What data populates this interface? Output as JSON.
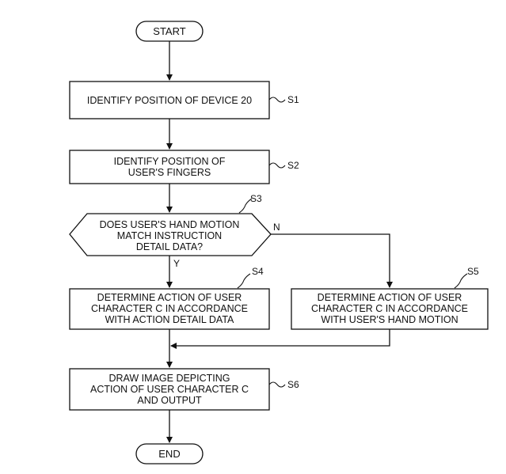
{
  "diagram": {
    "start": "START",
    "end": "END",
    "steps": {
      "s1": {
        "tag": "S1",
        "lines": [
          "IDENTIFY POSITION OF DEVICE 20"
        ]
      },
      "s2": {
        "tag": "S2",
        "lines": [
          "IDENTIFY POSITION OF",
          "USER'S FINGERS"
        ]
      },
      "s3": {
        "tag": "S3",
        "lines": [
          "DOES USER'S HAND MOTION",
          "MATCH INSTRUCTION",
          "DETAIL DATA?"
        ]
      },
      "s4": {
        "tag": "S4",
        "lines": [
          "DETERMINE ACTION OF USER",
          "CHARACTER C IN ACCORDANCE",
          "WITH ACTION DETAIL DATA"
        ]
      },
      "s5": {
        "tag": "S5",
        "lines": [
          "DETERMINE ACTION OF USER",
          "CHARACTER C IN ACCORDANCE",
          "WITH USER'S HAND MOTION"
        ]
      },
      "s6": {
        "tag": "S6",
        "lines": [
          "DRAW IMAGE DEPICTING",
          "ACTION OF USER CHARACTER C",
          "AND OUTPUT"
        ]
      }
    },
    "yes_label": "Y",
    "no_label": "N"
  }
}
